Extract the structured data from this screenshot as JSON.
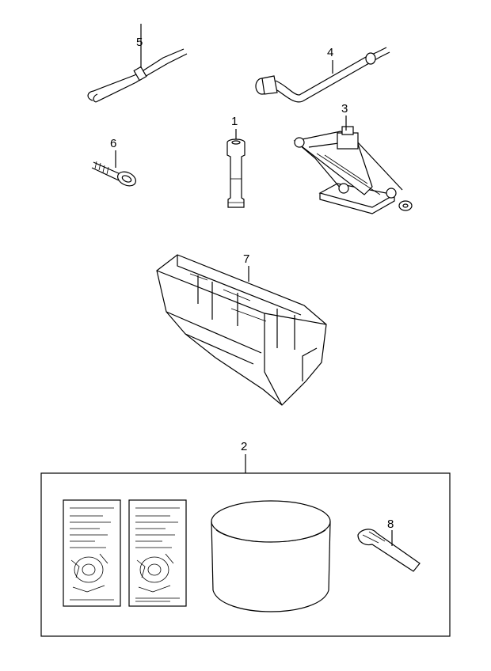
{
  "parts": [
    {
      "number": "1",
      "part": "socket-wrench"
    },
    {
      "number": "2",
      "part": "tool-kit-box"
    },
    {
      "number": "3",
      "part": "scissor-jack"
    },
    {
      "number": "4",
      "part": "jack-handle-lug-wrench"
    },
    {
      "number": "5",
      "part": "jack-rod"
    },
    {
      "number": "6",
      "part": "towing-hook-eye-bolt"
    },
    {
      "number": "7",
      "part": "tool-tray"
    },
    {
      "number": "8",
      "part": "strap"
    }
  ],
  "colors": {
    "line": "#000000",
    "background": "#ffffff"
  }
}
